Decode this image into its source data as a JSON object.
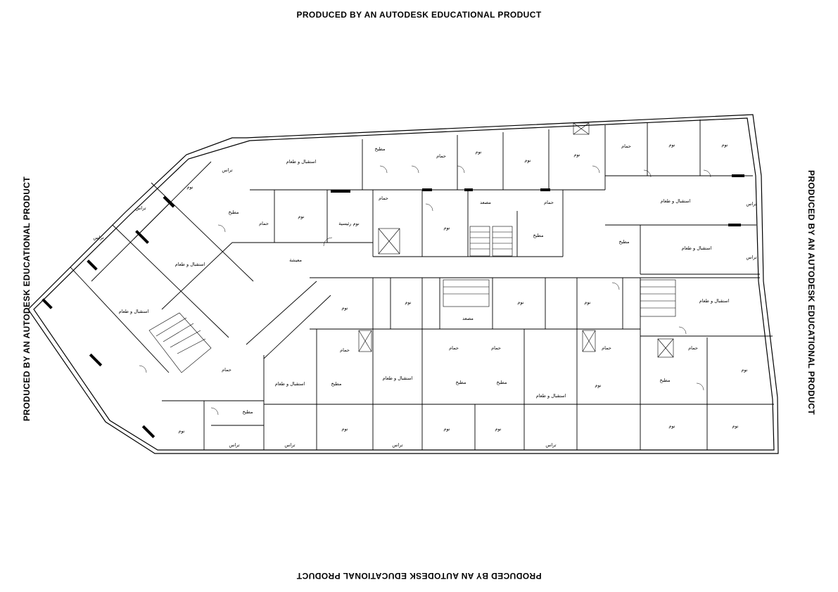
{
  "watermarks": {
    "top": "PRODUCED BY AN AUTODESK EDUCATIONAL PRODUCT",
    "bottom": "PRODUCED BY AN AUTODESK EDUCATIONAL PRODUCT",
    "left": "PRODUCED BY AN AUTODESK EDUCATIONAL PRODUCT",
    "right": "PRODUCED BY AN AUTODESK EDUCATIONAL PRODUCT"
  },
  "labels": {
    "reception": "استقبال و طعام",
    "bedroom": "نوم",
    "master_bedroom": "نوم رئيسية",
    "bathroom": "حمام",
    "kitchen": "مطبخ",
    "terrace": "تراس",
    "living": "معيشة",
    "elevator": "مصعد"
  },
  "colors": {
    "line": "#000000",
    "background": "#ffffff"
  }
}
